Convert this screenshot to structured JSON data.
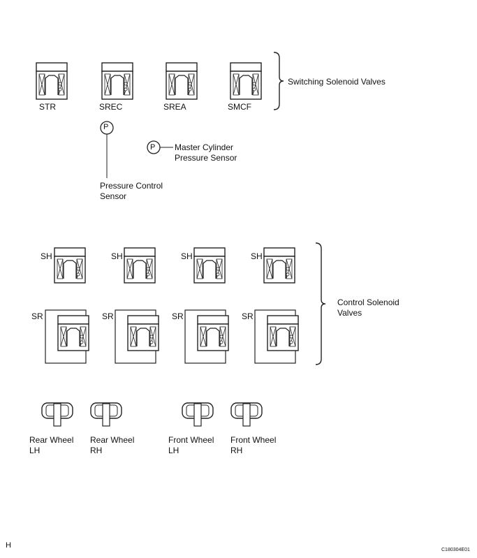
{
  "valves": {
    "switching": [
      "STR",
      "SREC",
      "SREA",
      "SMCF"
    ],
    "holding": [
      "SH",
      "SH",
      "SH",
      "SH"
    ],
    "reducing": [
      "SR",
      "SR",
      "SR",
      "SR"
    ]
  },
  "sensors": {
    "pressure_control": "Pressure Control\nSensor",
    "master_cylinder": "Master Cylinder\nPressure Sensor",
    "symbol": "P"
  },
  "groups": {
    "switching": "Switching Solenoid Valves",
    "control": "Control Solenoid\nValves"
  },
  "wheels": [
    {
      "line1": "Rear Wheel",
      "line2": "LH"
    },
    {
      "line1": "Rear Wheel",
      "line2": "RH"
    },
    {
      "line1": "Front Wheel",
      "line2": "LH"
    },
    {
      "line1": "Front Wheel",
      "line2": "RH"
    }
  ],
  "footer": {
    "corner_letter": "H",
    "figure_code": "C180304E01"
  }
}
